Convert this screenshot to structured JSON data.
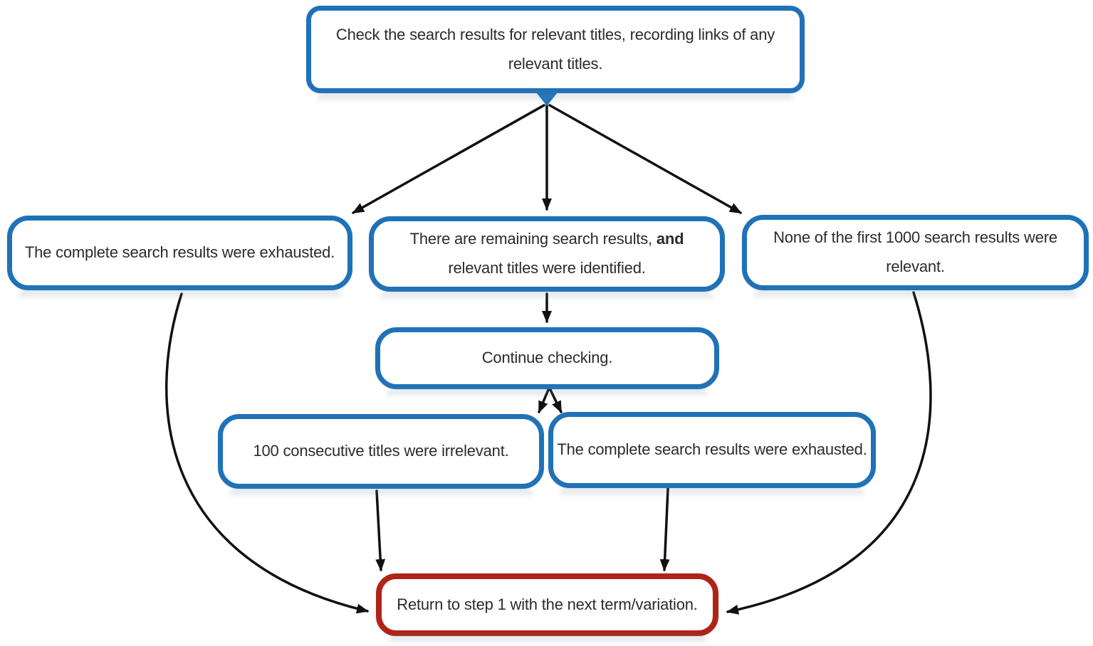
{
  "diagram": {
    "type": "flowchart",
    "colors": {
      "node_border_blue": "#1f72b8",
      "node_border_red": "#b02318",
      "arrow_color": "#111111",
      "text_color": "#2b2b2b",
      "bg_color": "#ffffff"
    },
    "nodes": {
      "check_results": {
        "text": "Check the search results for relevant titles, recording links of any relevant titles."
      },
      "exhausted_left": {
        "text": "The complete search results were exhausted."
      },
      "remaining": {
        "t1": "There are remaining search results, ",
        "t2": "and",
        "t3": " relevant titles were identified."
      },
      "none_relevant": {
        "text": "None of the first 1000 search results were relevant."
      },
      "continue_checking": {
        "text": "Continue checking."
      },
      "irrelevant_100": {
        "text": "100 consecutive titles were irrelevant."
      },
      "exhausted_bottom": {
        "text": "The complete search results were exhausted."
      },
      "return_step1": {
        "text": "Return to step 1 with the next term/variation."
      }
    },
    "edges": [
      "check_results -> exhausted_left",
      "check_results -> remaining",
      "check_results -> none_relevant",
      "remaining -> continue_checking",
      "continue_checking -> irrelevant_100",
      "continue_checking -> exhausted_bottom",
      "irrelevant_100 -> return_step1",
      "exhausted_bottom -> return_step1",
      "exhausted_left -> return_step1",
      "none_relevant -> return_step1"
    ]
  }
}
